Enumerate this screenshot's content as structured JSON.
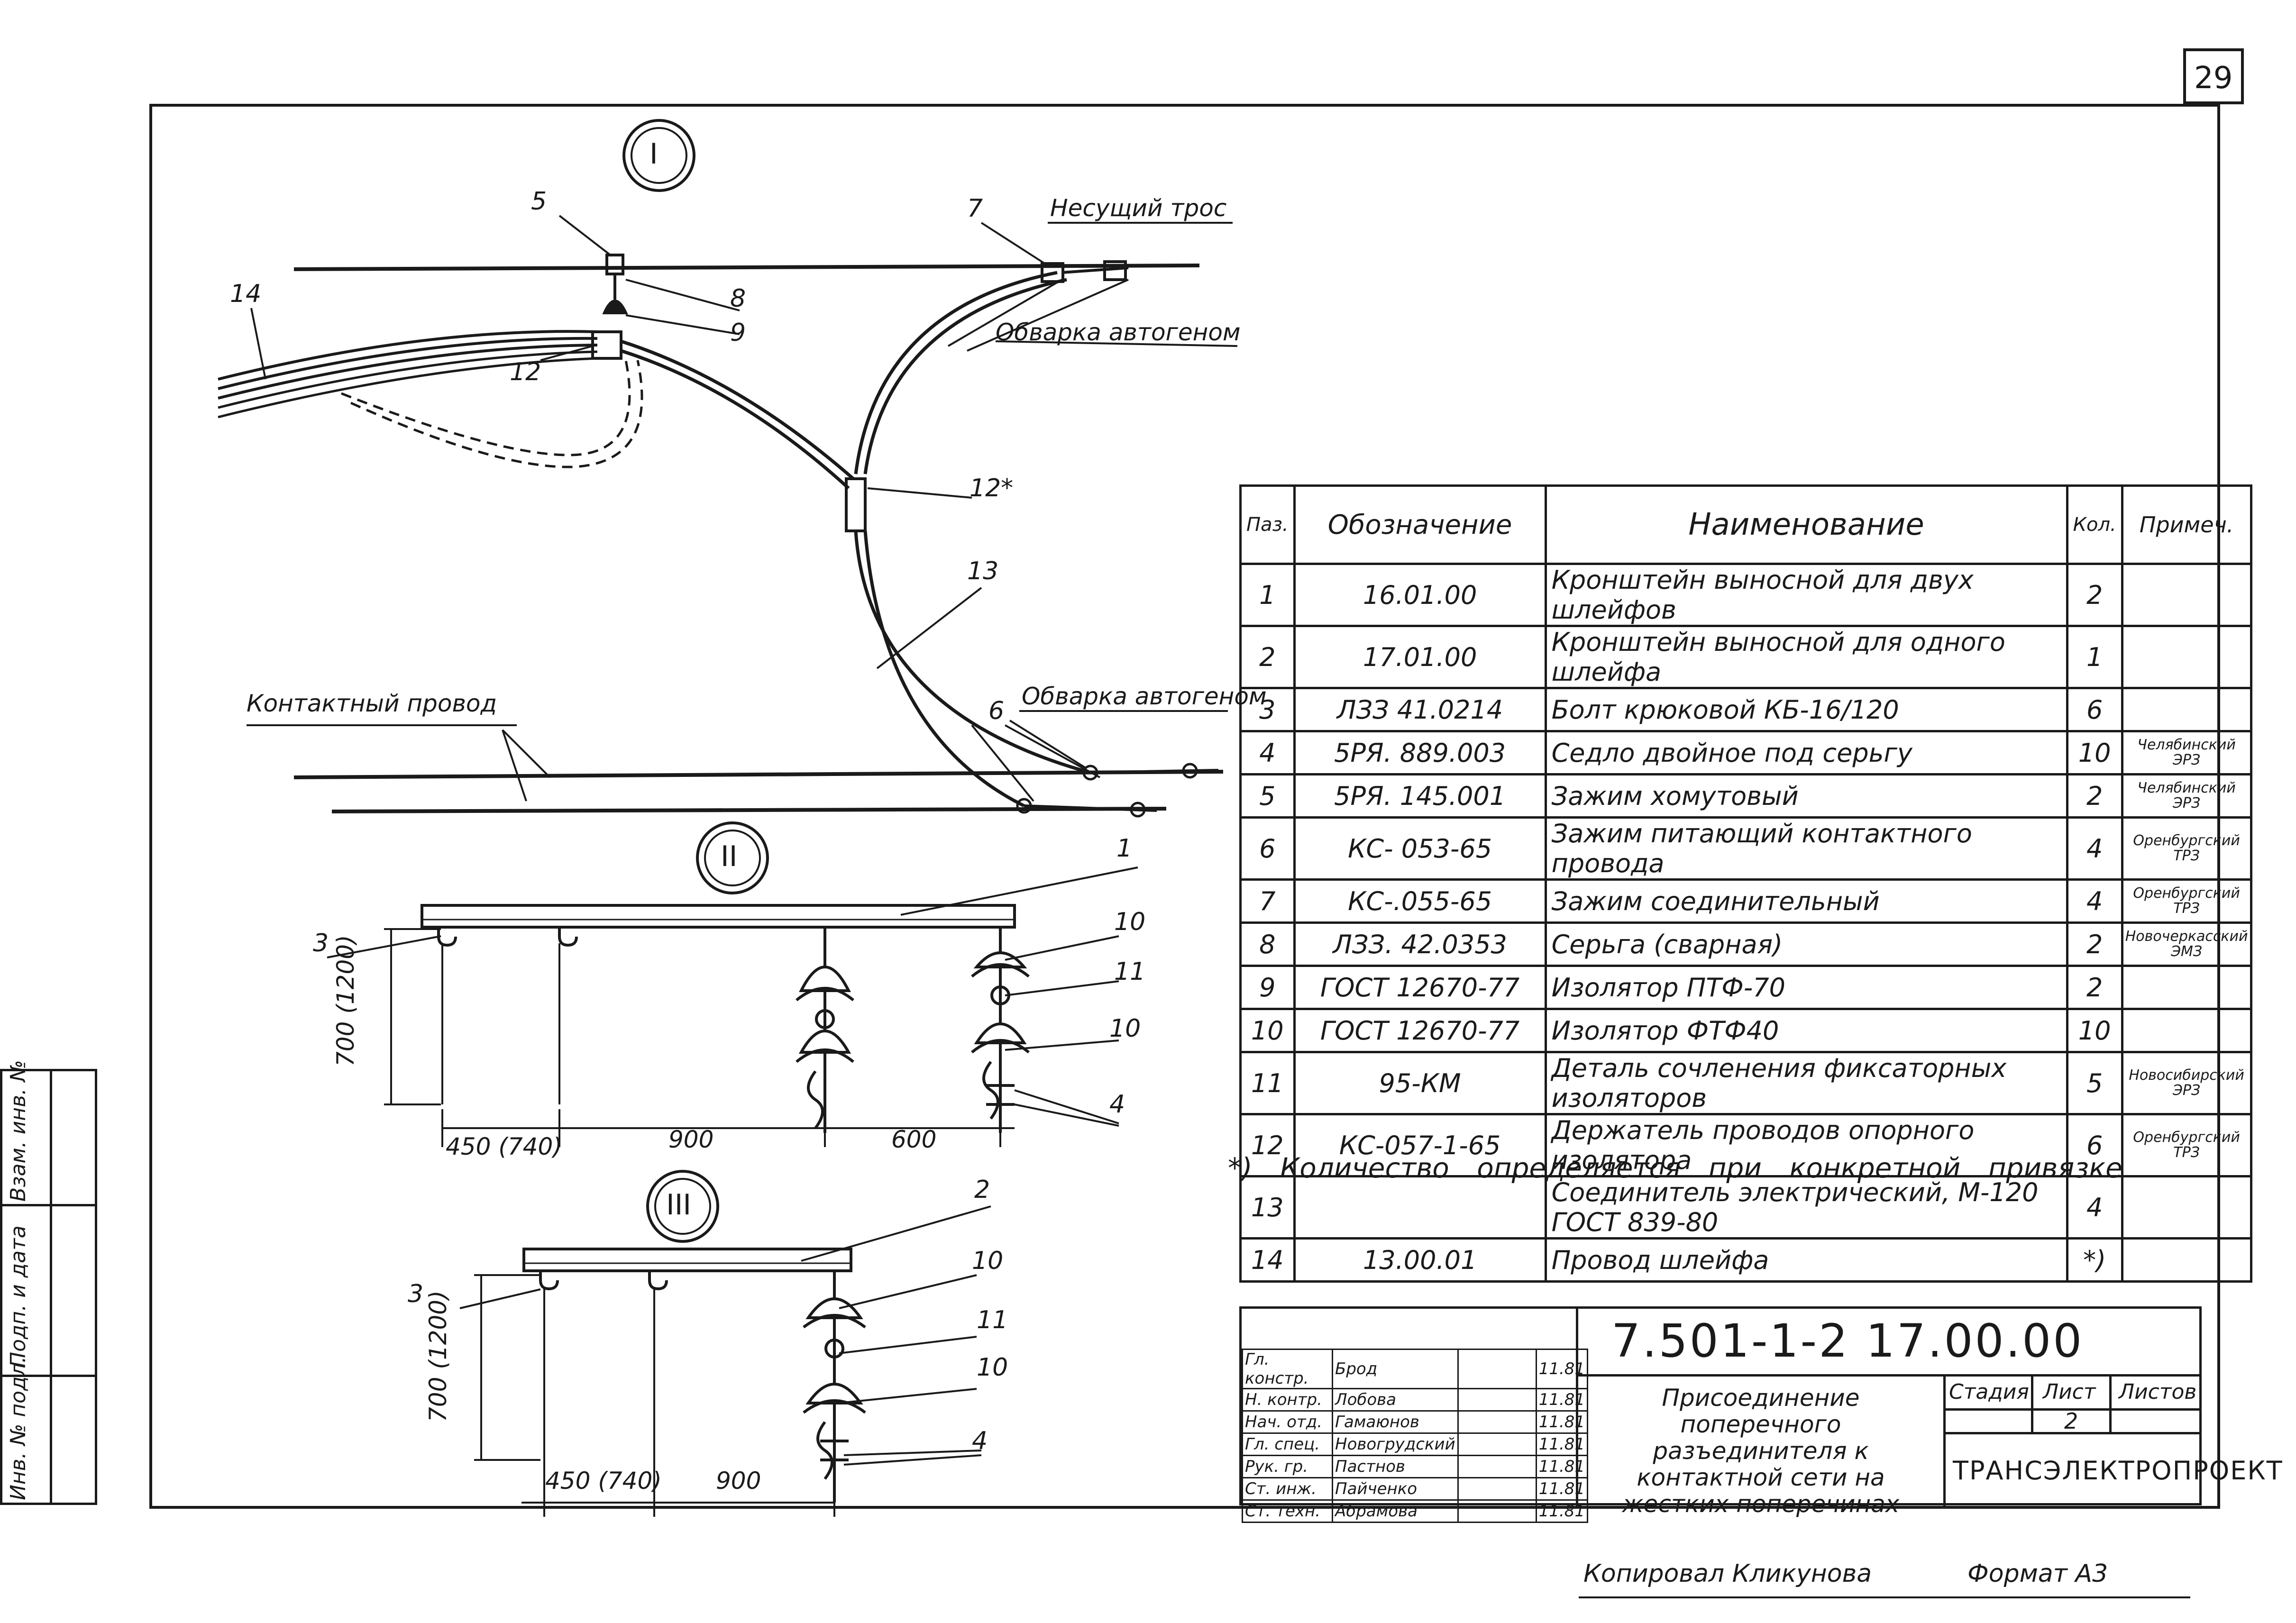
{
  "page_number": "29",
  "views": {
    "view1": "I",
    "view2": "II",
    "view3": "III"
  },
  "labels": {
    "messenger": "Несущий трос",
    "weld_top": "Обварка автогеном",
    "weld_bottom": "Обварка автогеном",
    "contact_wire": "Контактный провод"
  },
  "callouts_view1": [
    "5",
    "7",
    "14",
    "8",
    "9",
    "12",
    "12*",
    "13",
    "6"
  ],
  "callouts_view2": [
    "1",
    "3",
    "10",
    "11",
    "10",
    "4"
  ],
  "dimensions_view2": {
    "height": "700 (1200)",
    "d1": "450 (740)",
    "d2": "900",
    "d3": "600"
  },
  "callouts_view3": [
    "2",
    "10",
    "3",
    "11",
    "10",
    "4"
  ],
  "dimensions_view3": {
    "height": "700 (1200)",
    "d1": "450 (740)",
    "d2": "900"
  },
  "spec_table": {
    "headers": [
      "Паз.",
      "Обозначение",
      "Наименование",
      "Кол.",
      "Примеч."
    ],
    "rows": [
      {
        "pos": "1",
        "code": "16.01.00",
        "name": "Кронштейн выносной для двух шлейфов",
        "qty": "2",
        "note": ""
      },
      {
        "pos": "2",
        "code": "17.01.00",
        "name": "Кронштейн выносной для одного шлейфа",
        "qty": "1",
        "note": ""
      },
      {
        "pos": "3",
        "code": "ЛЗЗ 41.0214",
        "name": "Болт крюковой КБ-16/120",
        "qty": "6",
        "note": ""
      },
      {
        "pos": "4",
        "code": "5РЯ. 889.003",
        "name": "Седло двойное под серьгу",
        "qty": "10",
        "note": "Челябинский ЭРЗ"
      },
      {
        "pos": "5",
        "code": "5РЯ. 145.001",
        "name": "Зажим хомутовый",
        "qty": "2",
        "note": "Челябинский ЭРЗ"
      },
      {
        "pos": "6",
        "code": "КС- 053-65",
        "name": "Зажим питающий контактного провода",
        "qty": "4",
        "note": "Оренбургский ТРЗ"
      },
      {
        "pos": "7",
        "code": "КС-.055-65",
        "name": "Зажим соединительный",
        "qty": "4",
        "note": "Оренбургский ТРЗ"
      },
      {
        "pos": "8",
        "code": "ЛЗЗ. 42.0353",
        "name": "Серьга (сварная)",
        "qty": "2",
        "note": "Новочеркасский ЭМЗ"
      },
      {
        "pos": "9",
        "code": "ГОСТ 12670-77",
        "name": "Изолятор ПТФ-70",
        "qty": "2",
        "note": ""
      },
      {
        "pos": "10",
        "code": "ГОСТ 12670-77",
        "name": "Изолятор ФТФ40",
        "qty": "10",
        "note": ""
      },
      {
        "pos": "11",
        "code": "95-КМ",
        "name": "Деталь сочленения фиксаторных изоляторов",
        "qty": "5",
        "note": "Новосибирский ЭРЗ"
      },
      {
        "pos": "12",
        "code": "КС-057-1-65",
        "name": "Держатель проводов опорного изолятора",
        "qty": "6",
        "note": "Оренбургский ТРЗ"
      },
      {
        "pos": "13",
        "code": "",
        "name": "Соединитель электрический, М-120 ГОСТ 839-80",
        "qty": "4",
        "note": ""
      },
      {
        "pos": "14",
        "code": "13.00.01",
        "name": "Провод шлейфа",
        "qty": "*)",
        "note": ""
      }
    ]
  },
  "footnote": "*) Количество определяется при конкретной привязке",
  "title_block": {
    "people": [
      {
        "role": "Гл. констр.",
        "name": "Брод",
        "date": "11.81"
      },
      {
        "role": "Н. контр.",
        "name": "Лобова",
        "date": "11.81"
      },
      {
        "role": "Нач. отд.",
        "name": "Гамаюнов",
        "date": "11.81"
      },
      {
        "role": "Гл. спец.",
        "name": "Новогрудский",
        "date": "11.81"
      },
      {
        "role": "Рук. гр.",
        "name": "Пастнов",
        "date": "11.81"
      },
      {
        "role": "Ст. инж.",
        "name": "Пайченко",
        "date": "11.81"
      },
      {
        "role": "Ст. техн.",
        "name": "Абрамова",
        "date": "11.81"
      }
    ],
    "doc_code": "7.501-1-2 17.00.00",
    "title": "Присоединение поперечного разъединителя к контактной сети на жестких поперечинах",
    "stage_label": "Стадия",
    "sheet_label": "Лист",
    "sheets_label": "Листов",
    "sheet_value": "2",
    "organization": "ТРАНСЭЛЕКТРОПРОЕКТ"
  },
  "side_stamp": {
    "inv_podl": "Инв. № подл.",
    "podp_data": "Подп. и дата",
    "vzam_inv": "Взам. инв. №"
  },
  "bottom": {
    "copied": "Копировал Кликунова",
    "format": "Формат А3"
  }
}
